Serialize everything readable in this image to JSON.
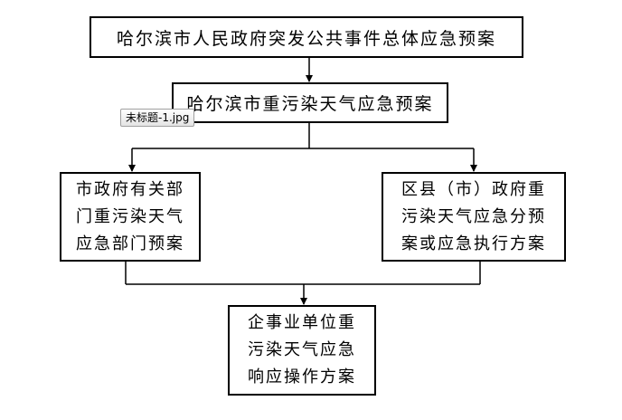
{
  "nodes": {
    "master_plan": "哈尔滨市人民政府突发公共事件总体应急预案",
    "pollution_plan": "哈尔滨市重污染天气应急预案",
    "department_plan": "市政府有关部门重污染天气应急部门预案",
    "district_plan": "区县（市）政府重污染天气应急分预案或应急执行方案",
    "enterprise_plan": "企事业单位重污染天气应急响应操作方案"
  },
  "tooltip": {
    "filename": "未标题-1.jpg"
  },
  "colors": {
    "line": "#000000",
    "box_border": "#000000",
    "background": "#ffffff"
  }
}
